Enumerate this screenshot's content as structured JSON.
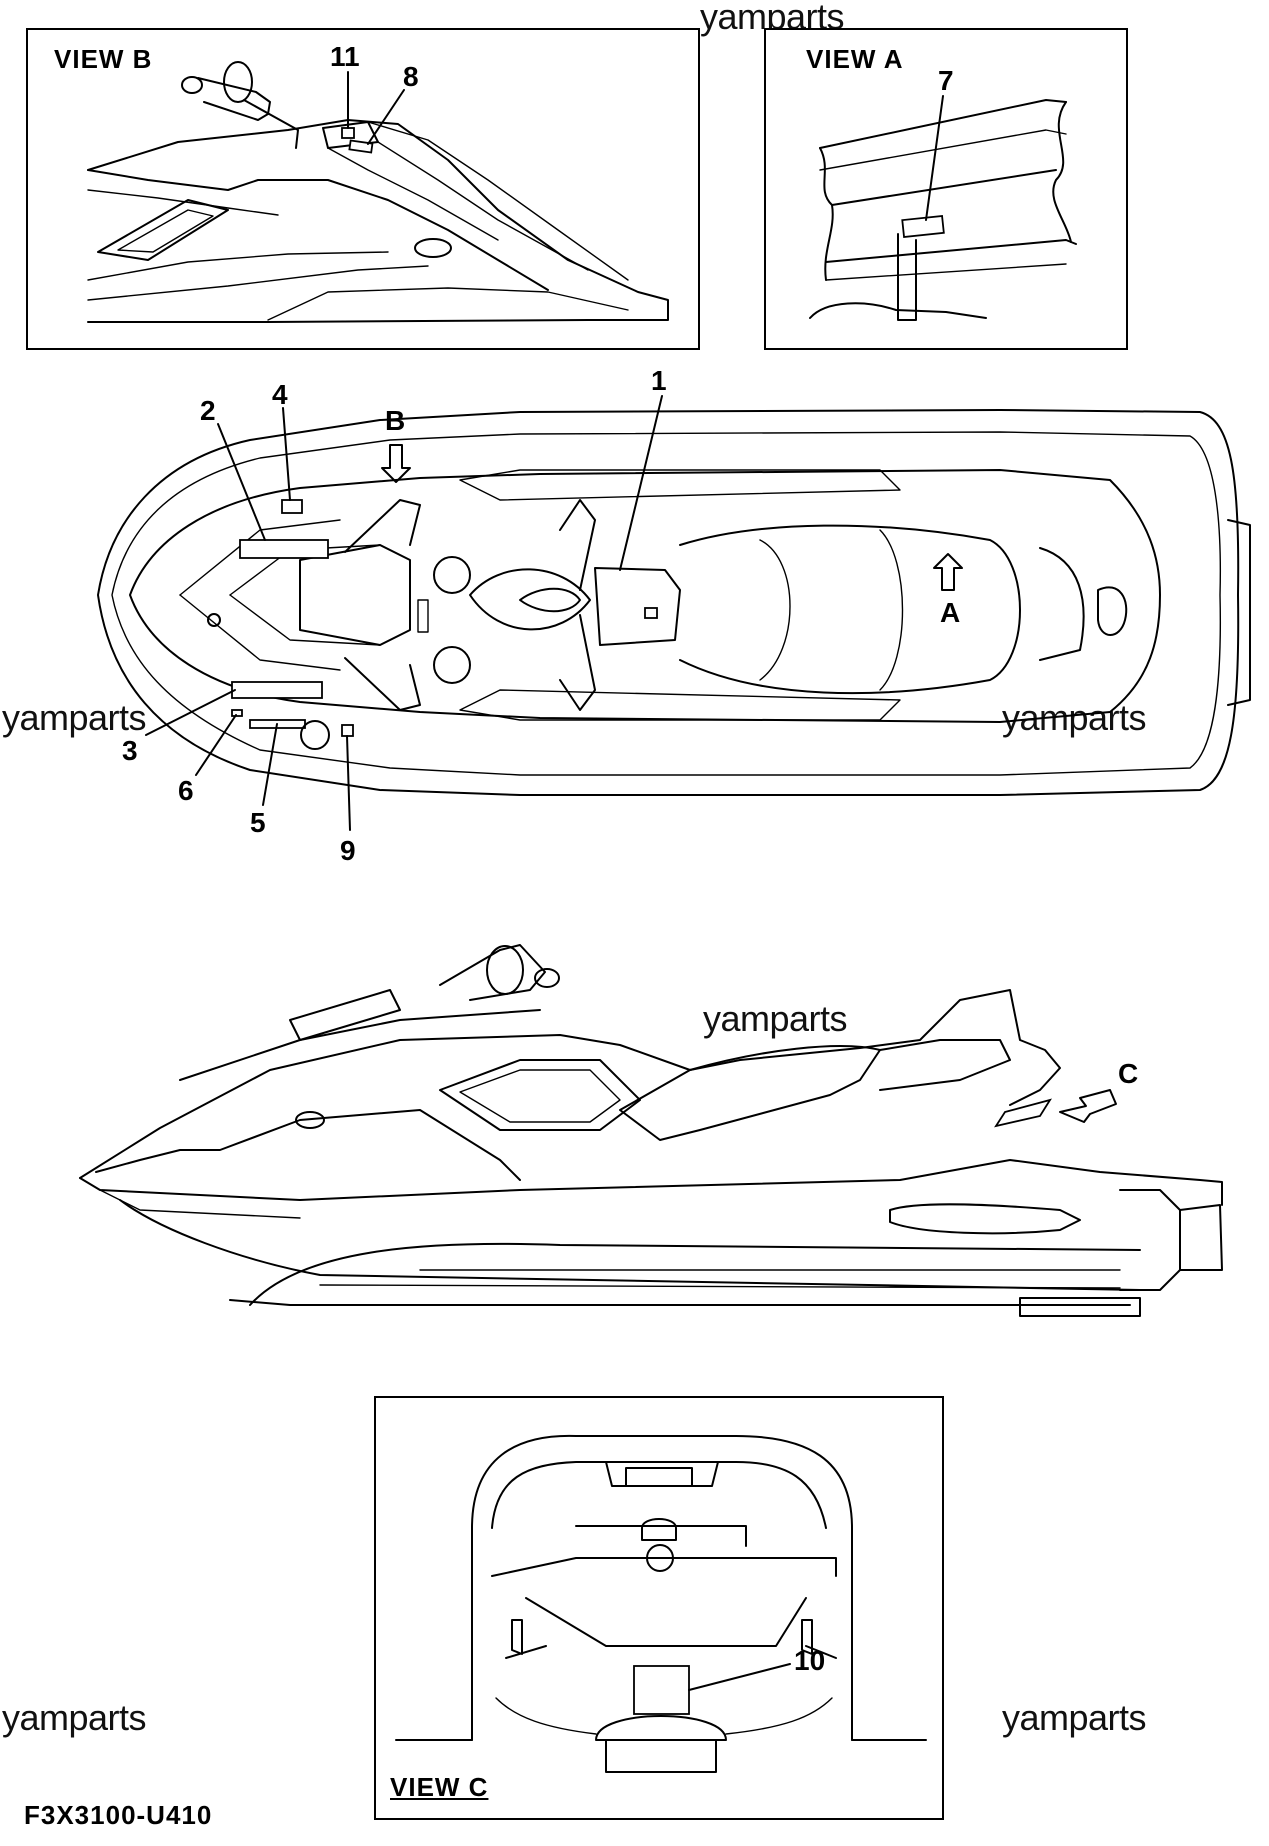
{
  "watermark": "yamparts",
  "views": {
    "view_b": "VIEW B",
    "view_a": "VIEW A",
    "view_c": "VIEW C"
  },
  "arrows": {
    "a": "A",
    "b": "B",
    "c": "C"
  },
  "callouts": {
    "n1": "1",
    "n2": "2",
    "n3": "3",
    "n4": "4",
    "n5": "5",
    "n6": "6",
    "n7": "7",
    "n8": "8",
    "n9": "9",
    "n10": "10",
    "n11": "11"
  },
  "figure_code": "F3X3100-U410"
}
